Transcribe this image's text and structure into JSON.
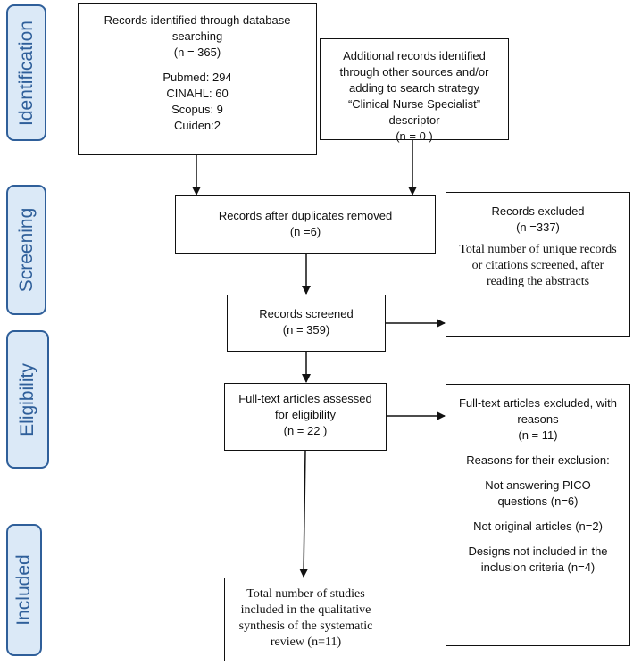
{
  "phases": [
    "Identification",
    "Screening",
    "Eligibility",
    "Included"
  ],
  "identified": {
    "title": "Records identified through database searching",
    "count": "(n = 365)",
    "sources": [
      "Pubmed: 294",
      "CINAHL: 60",
      "Scopus: 9",
      "Cuiden:2"
    ]
  },
  "additional": {
    "title": "Additional records identified through other sources and/or adding to search strategy “Clinical Nurse Specialist” descriptor",
    "count": "(n = 0 )"
  },
  "duplicates": {
    "title": "Records after duplicates removed",
    "count": "(n =6)"
  },
  "excluded": {
    "title": "Records excluded",
    "count": "(n =337)",
    "note": "Total number of unique records or citations screened, after reading the abstracts"
  },
  "screened": {
    "title": "Records screened",
    "count": "(n = 359)"
  },
  "fulltext": {
    "title": "Full-text articles assessed for eligibility",
    "count": "(n = 22 )"
  },
  "fulltext_excluded": {
    "title": "Full-text articles excluded, with reasons",
    "count": "(n = 11)",
    "reasons_heading": "Reasons for their exclusion:",
    "reasons": [
      "Not answering PICO questions (n=6)",
      "Not original articles (n=2)",
      "Designs not included in the inclusion criteria (n=4)"
    ]
  },
  "included": {
    "text": "Total number of studies included in the qualitative synthesis of the systematic review (n=11)"
  }
}
